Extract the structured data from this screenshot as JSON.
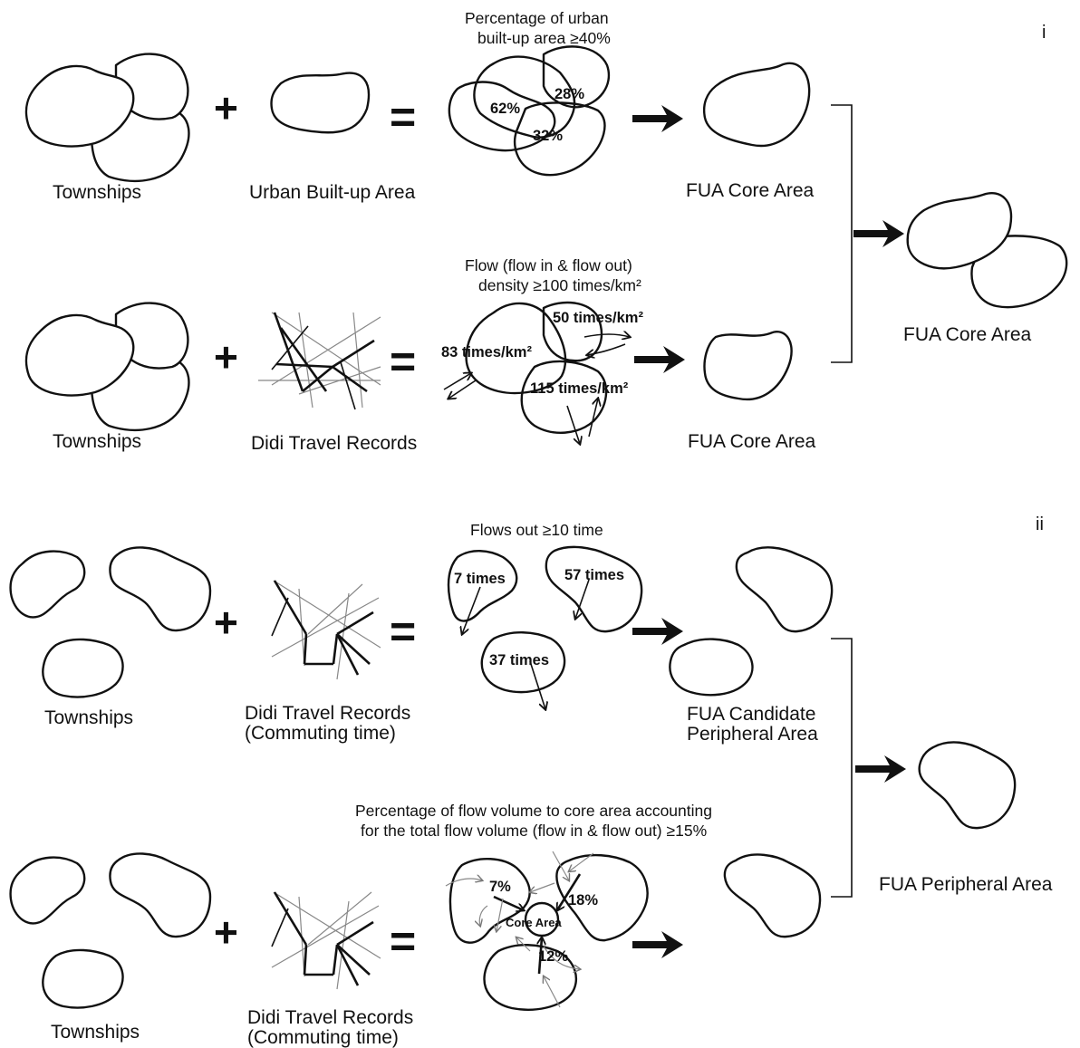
{
  "panel_i": {
    "marker": "i",
    "row1": {
      "townships_label": "Townships",
      "input_label": "Urban Built-up Area",
      "criterion": [
        "Percentage of urban",
        "built-up area ≥40%"
      ],
      "values": [
        "62%",
        "28%",
        "32%"
      ],
      "result_label": "FUA Core Area"
    },
    "row2": {
      "townships_label": "Townships",
      "input_label": "Didi Travel Records",
      "criterion": [
        "Flow (flow in & flow out)",
        "density ≥100 times/km²"
      ],
      "values": [
        "83 times/km²",
        "50 times/km²",
        "115 times/km²"
      ],
      "result_label": "FUA Core Area"
    },
    "merged_label": "FUA Core Area"
  },
  "panel_ii": {
    "marker": "ii",
    "row1": {
      "townships_label": "Townships",
      "input_label": [
        "Didi Travel Records",
        "(Commuting time)"
      ],
      "criterion": "Flows  out ≥10 time",
      "values": [
        "7 times",
        "57 times",
        "37 times"
      ],
      "result_label": [
        "FUA Candidate",
        "Peripheral Area"
      ]
    },
    "row2": {
      "townships_label": "Townships",
      "input_label": [
        "Didi Travel Records",
        "(Commuting time)"
      ],
      "criterion": [
        "Percentage of flow volume to core area  accounting",
        "for the total flow volume (flow in & flow out) ≥15%"
      ],
      "values": [
        "7%",
        "18%",
        "12%"
      ],
      "core_label": "Core Area"
    },
    "merged_label": "FUA Peripheral Area"
  },
  "operators": {
    "plus": "+",
    "equals": "="
  }
}
